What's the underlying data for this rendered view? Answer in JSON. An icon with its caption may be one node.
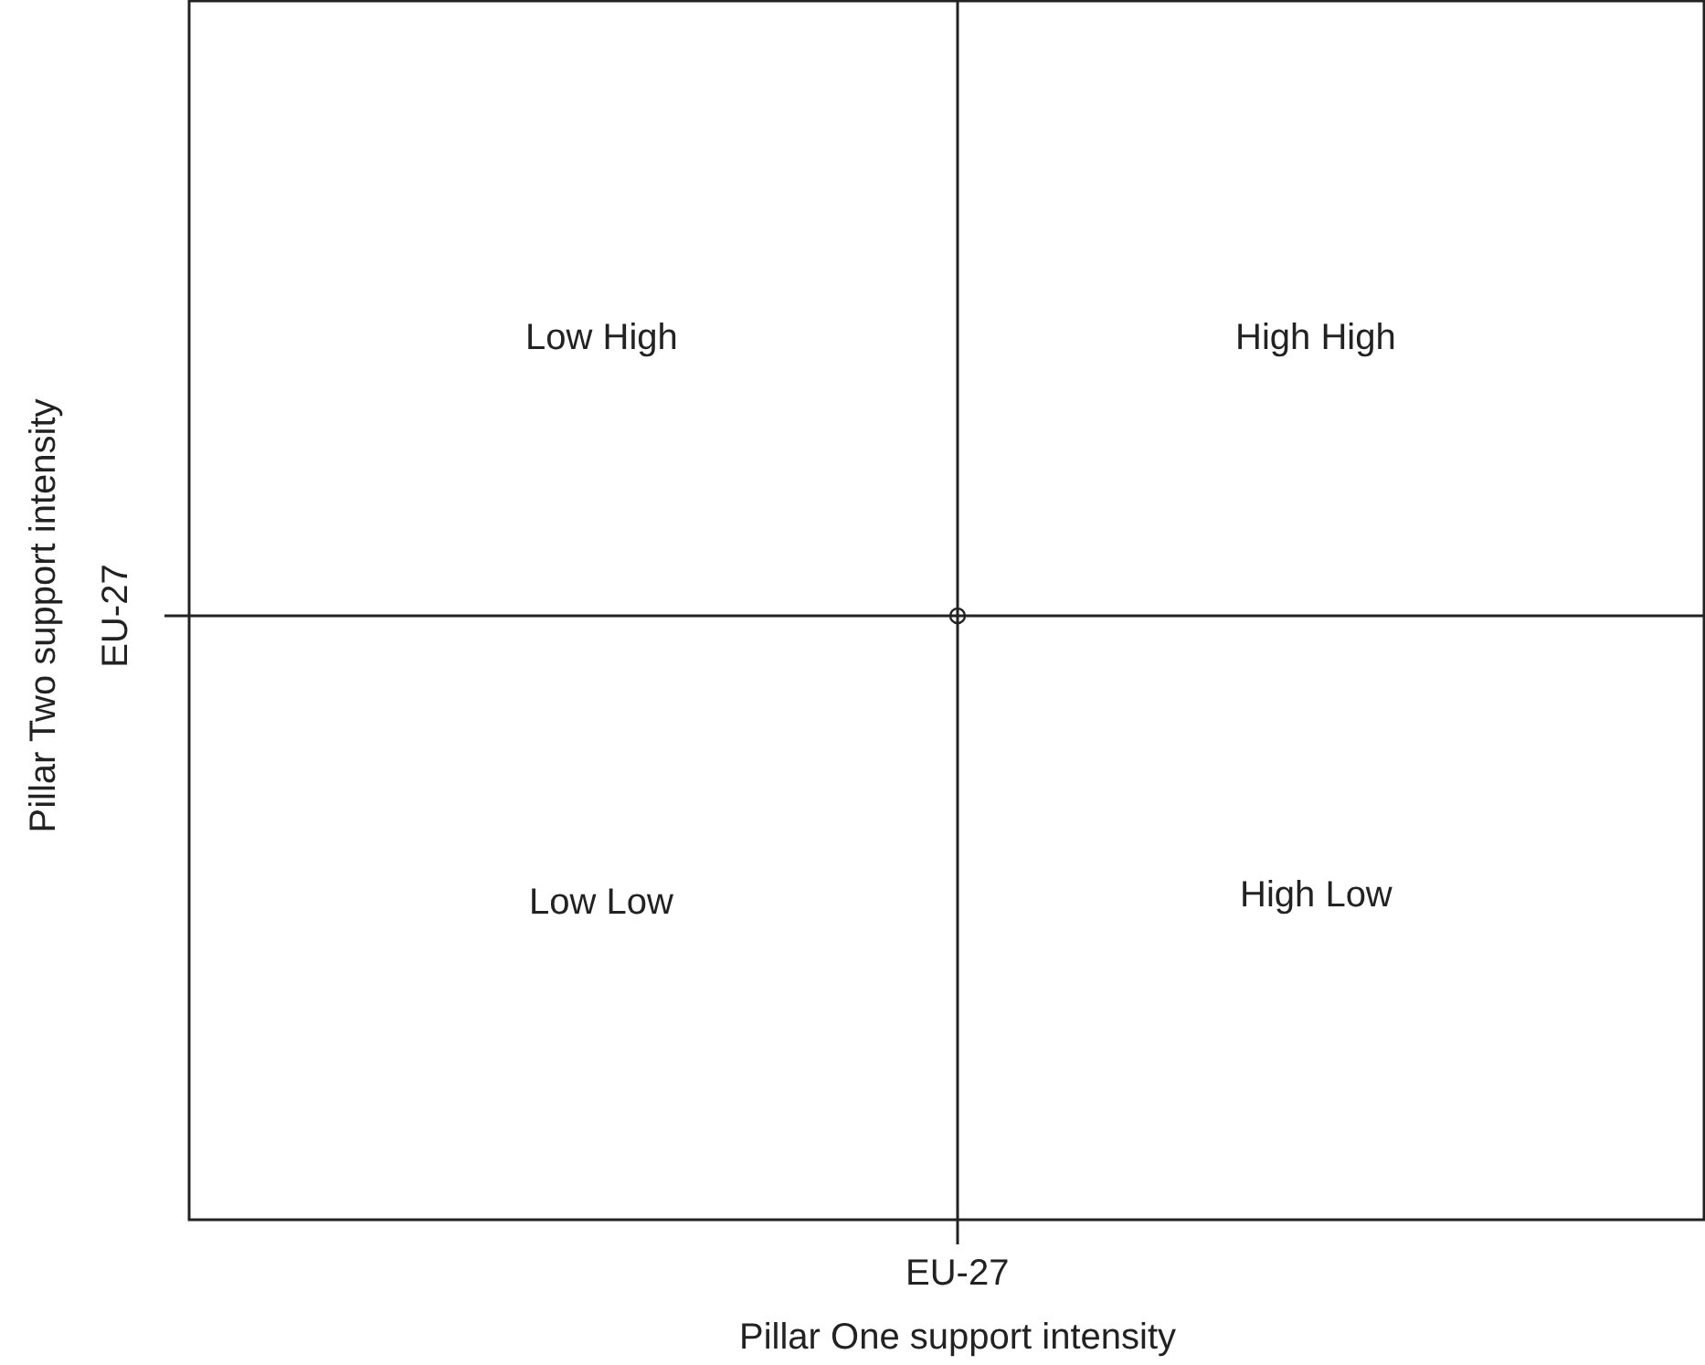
{
  "diagram": {
    "labels": [
      "Low High",
      "High High",
      "Low Low",
      "High Low",
      "EU-27",
      "Pillar Two support intensity",
      "EU-27",
      "Pillar One support intensity"
    ]
  }
}
